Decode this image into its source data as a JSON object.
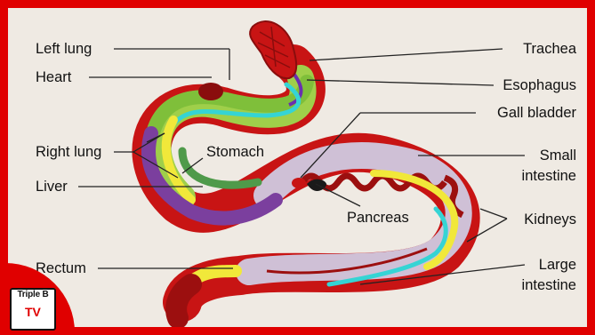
{
  "labels": {
    "left_lung": "Left lung",
    "heart": "Heart",
    "right_lung": "Right lung",
    "liver": "Liver",
    "stomach": "Stomach",
    "rectum": "Rectum",
    "trachea": "Trachea",
    "esophagus": "Esophagus",
    "gall_bladder": "Gall bladder",
    "small_intestine_1": "Small",
    "small_intestine_2": "intestine",
    "kidneys": "Kidneys",
    "pancreas": "Pancreas",
    "large_intestine_1": "Large",
    "large_intestine_2": "intestine"
  },
  "logo": {
    "line1": "Triple B",
    "line2": "TV"
  },
  "colors": {
    "border": "#e00000",
    "background": "#efeae3",
    "body_red": "#c81414",
    "dark_red": "#9c0f0f",
    "lung_green": "#7fbf3a",
    "liver_purple": "#7b3f9e",
    "yellow": "#f1e83a",
    "cyan": "#35d4d4",
    "lilac": "#cfc0d6",
    "pancreas_dark": "#1a1a1a",
    "stomach_green": "#4f9a4a"
  }
}
